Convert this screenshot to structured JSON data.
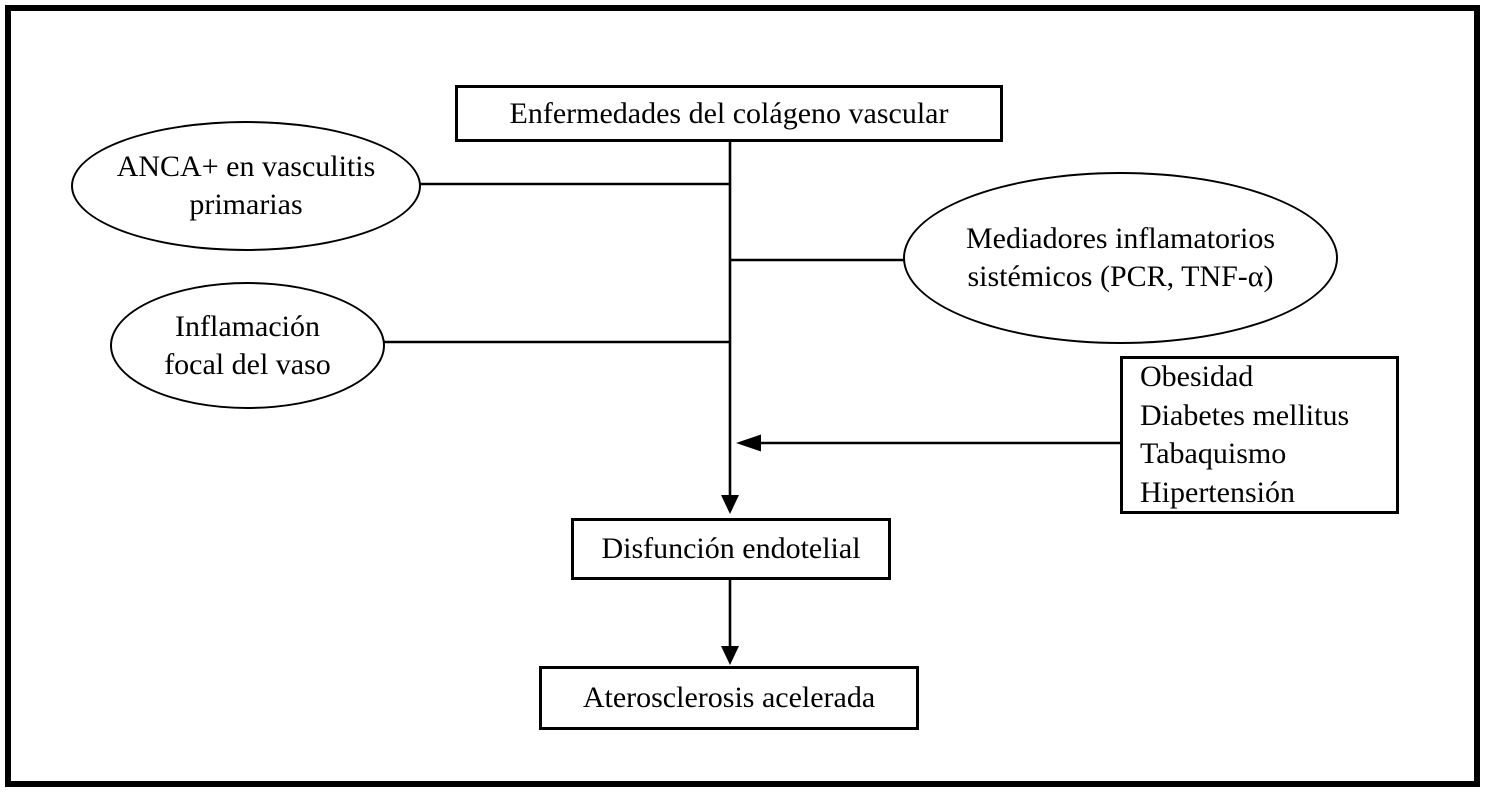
{
  "diagram": {
    "description": "Flowchart of vascular collagen diseases leading to accelerated atherosclerosis",
    "colors": {
      "stroke": "#000000",
      "background": "#ffffff",
      "text": "#000000"
    },
    "nodes": {
      "collagen_diseases": {
        "shape": "rect",
        "label": "Enfermedades del colágeno vascular"
      },
      "anca": {
        "shape": "ellipse",
        "lines": [
          "ANCA+ en vasculitis",
          "primarias"
        ]
      },
      "mediadores": {
        "shape": "ellipse",
        "lines": [
          "Mediadores inflamatorios",
          "sistémicos (PCR, TNF-α)"
        ]
      },
      "inflamacion": {
        "shape": "ellipse",
        "lines": [
          "Inflamación",
          "focal del vaso"
        ]
      },
      "risk_factors": {
        "shape": "rect",
        "lines": [
          "Obesidad",
          "Diabetes mellitus",
          "Tabaquismo",
          "Hipertensión"
        ]
      },
      "disfuncion": {
        "shape": "rect",
        "label": "Disfunción endotelial"
      },
      "aterosclerosis": {
        "shape": "rect",
        "label": "Aterosclerosis acelerada"
      }
    },
    "edges": [
      {
        "from": "collagen_diseases",
        "to": "disfuncion",
        "type": "arrow-down-trunk"
      },
      {
        "from": "anca",
        "to": "trunk",
        "type": "plain-line"
      },
      {
        "from": "mediadores",
        "to": "trunk",
        "type": "plain-line"
      },
      {
        "from": "inflamacion",
        "to": "trunk",
        "type": "plain-line"
      },
      {
        "from": "risk_factors",
        "to": "trunk",
        "type": "arrow-left"
      },
      {
        "from": "disfuncion",
        "to": "aterosclerosis",
        "type": "arrow-down"
      }
    ]
  }
}
